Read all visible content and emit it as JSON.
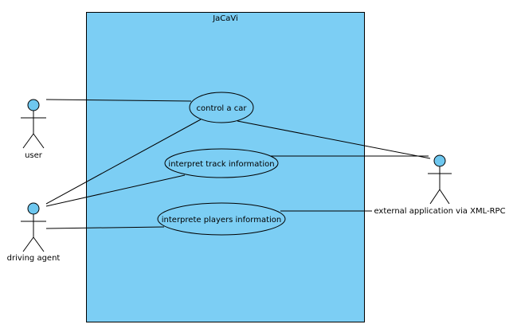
{
  "colors": {
    "system_fill": "#7ccef4",
    "usecase_fill": "#7ccef4",
    "actor_head_fill": "#6ec7ef",
    "stroke": "#000000"
  },
  "system": {
    "name": "JaCaVi"
  },
  "actors": [
    {
      "id": "user",
      "label": "user"
    },
    {
      "id": "driving-agent",
      "label": "driving agent"
    },
    {
      "id": "external-app",
      "label": "external application via XML-RPC"
    }
  ],
  "use_cases": [
    {
      "id": "control-car",
      "label": "control a car"
    },
    {
      "id": "interpret-track",
      "label": "interpret track information"
    },
    {
      "id": "interprete-players",
      "label": "interprete players information"
    }
  ],
  "associations": [
    {
      "actor": "user",
      "use_case": "control-car"
    },
    {
      "actor": "driving-agent",
      "use_case": "control-car"
    },
    {
      "actor": "driving-agent",
      "use_case": "interpret-track"
    },
    {
      "actor": "driving-agent",
      "use_case": "interprete-players"
    },
    {
      "actor": "external-app",
      "use_case": "control-car"
    },
    {
      "actor": "external-app",
      "use_case": "interpret-track"
    },
    {
      "actor": "external-app",
      "use_case": "interprete-players"
    }
  ]
}
